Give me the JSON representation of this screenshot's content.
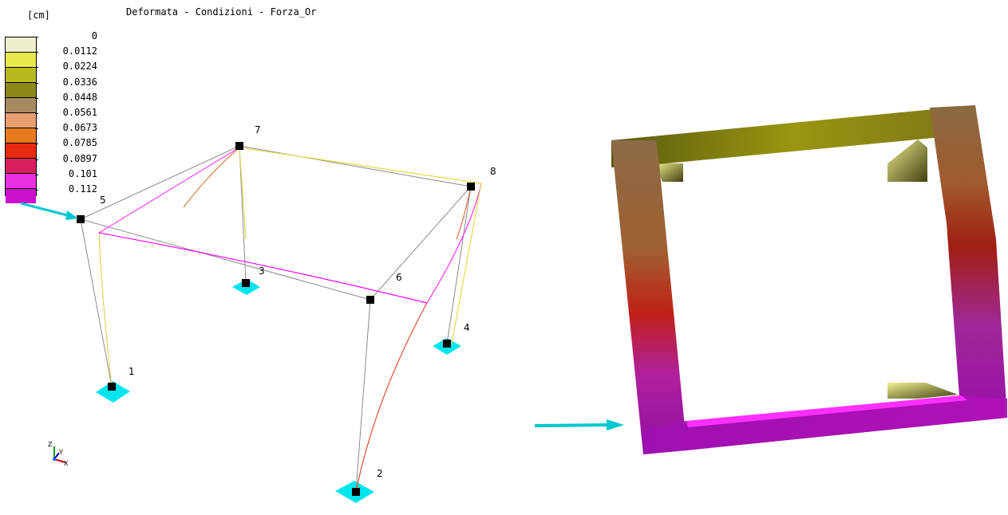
{
  "title": "Deformata - Condizioni - Forza_Or",
  "unit": "[cm]",
  "legend": {
    "labels": [
      "0",
      "0.0112",
      "0.0224",
      "0.0336",
      "0.0448",
      "0.0561",
      "0.0673",
      "0.0785",
      "0.0897",
      "0.101",
      "0.112"
    ],
    "colors": [
      "#3a3a2c",
      "#efeecc",
      "#e8e84a",
      "#b8b820",
      "#8c8818",
      "#a88a60",
      "#e8a070",
      "#e87a20",
      "#e82a10",
      "#d82060",
      "#e830e0",
      "#cc10cc"
    ]
  },
  "nodes": {
    "n1": "1",
    "n2": "2",
    "n3": "3",
    "n4": "4",
    "n5": "5",
    "n6": "6",
    "n7": "7",
    "n8": "8"
  },
  "axis": {
    "z": "Z",
    "y": "Y",
    "x": "X"
  },
  "colors": {
    "support": "#00e5ee",
    "arrow": "#00c8d0",
    "node": "#000000",
    "undeformed": "#888888",
    "deformed_magenta": "#ff00ff"
  }
}
